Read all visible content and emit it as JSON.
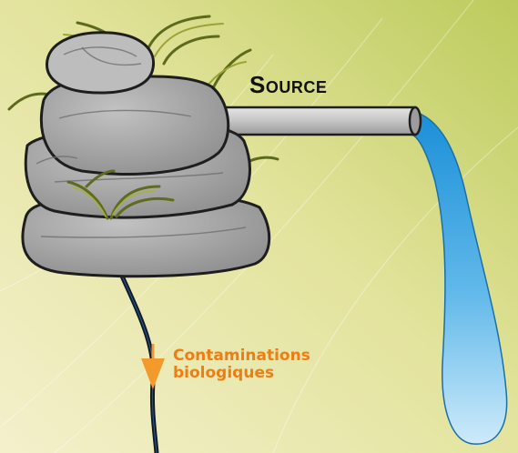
{
  "labels": {
    "source": "Source",
    "contamination_line1": "Contaminations",
    "contamination_line2": "biologiques"
  },
  "colors": {
    "background_light": "#f1eec8",
    "background_green": "#c3cf6a",
    "rock_fill": "#a9a9a9",
    "rock_outline": "#1e1e1e",
    "pipe_fill": "#c8c8c8",
    "water_top": "#1e8fd6",
    "water_bottom": "#bfe3f7",
    "grass": "#6f7a28",
    "tube": "#0d1a2c",
    "arrow": "#f39a2c",
    "contamination_text": "#f07d12"
  },
  "icons": {
    "rock": "rock-pile-icon",
    "pipe": "pipe-icon",
    "water": "water-stream-icon",
    "arrow": "down-arrow-icon"
  }
}
